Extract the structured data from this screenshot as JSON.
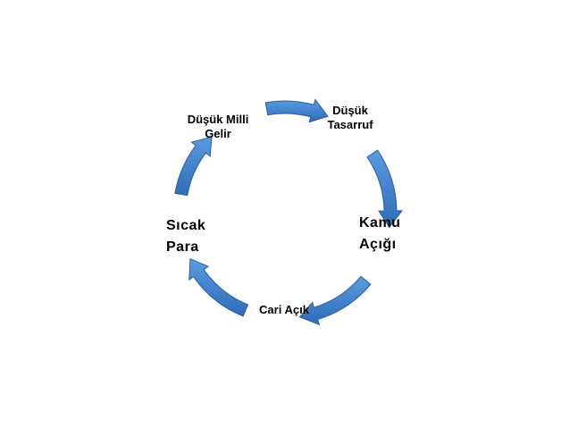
{
  "diagram": {
    "type": "cycle",
    "arrow_color": "#3f7fcf",
    "arrow_edge_color": "#2a5e9e",
    "nodes": [
      {
        "id": "dusuk-tasarruf",
        "lines": [
          "Düşük",
          "Tasarruf"
        ]
      },
      {
        "id": "kamu-acigi",
        "lines": [
          "Kamu",
          "Açığı"
        ]
      },
      {
        "id": "cari-acik",
        "lines": [
          "Cari Açık"
        ]
      },
      {
        "id": "sicak-para",
        "lines": [
          "Sıcak",
          "Para"
        ]
      },
      {
        "id": "dusuk-milli-gelir",
        "lines": [
          "Düşük Milli",
          "Gelir"
        ]
      }
    ]
  }
}
